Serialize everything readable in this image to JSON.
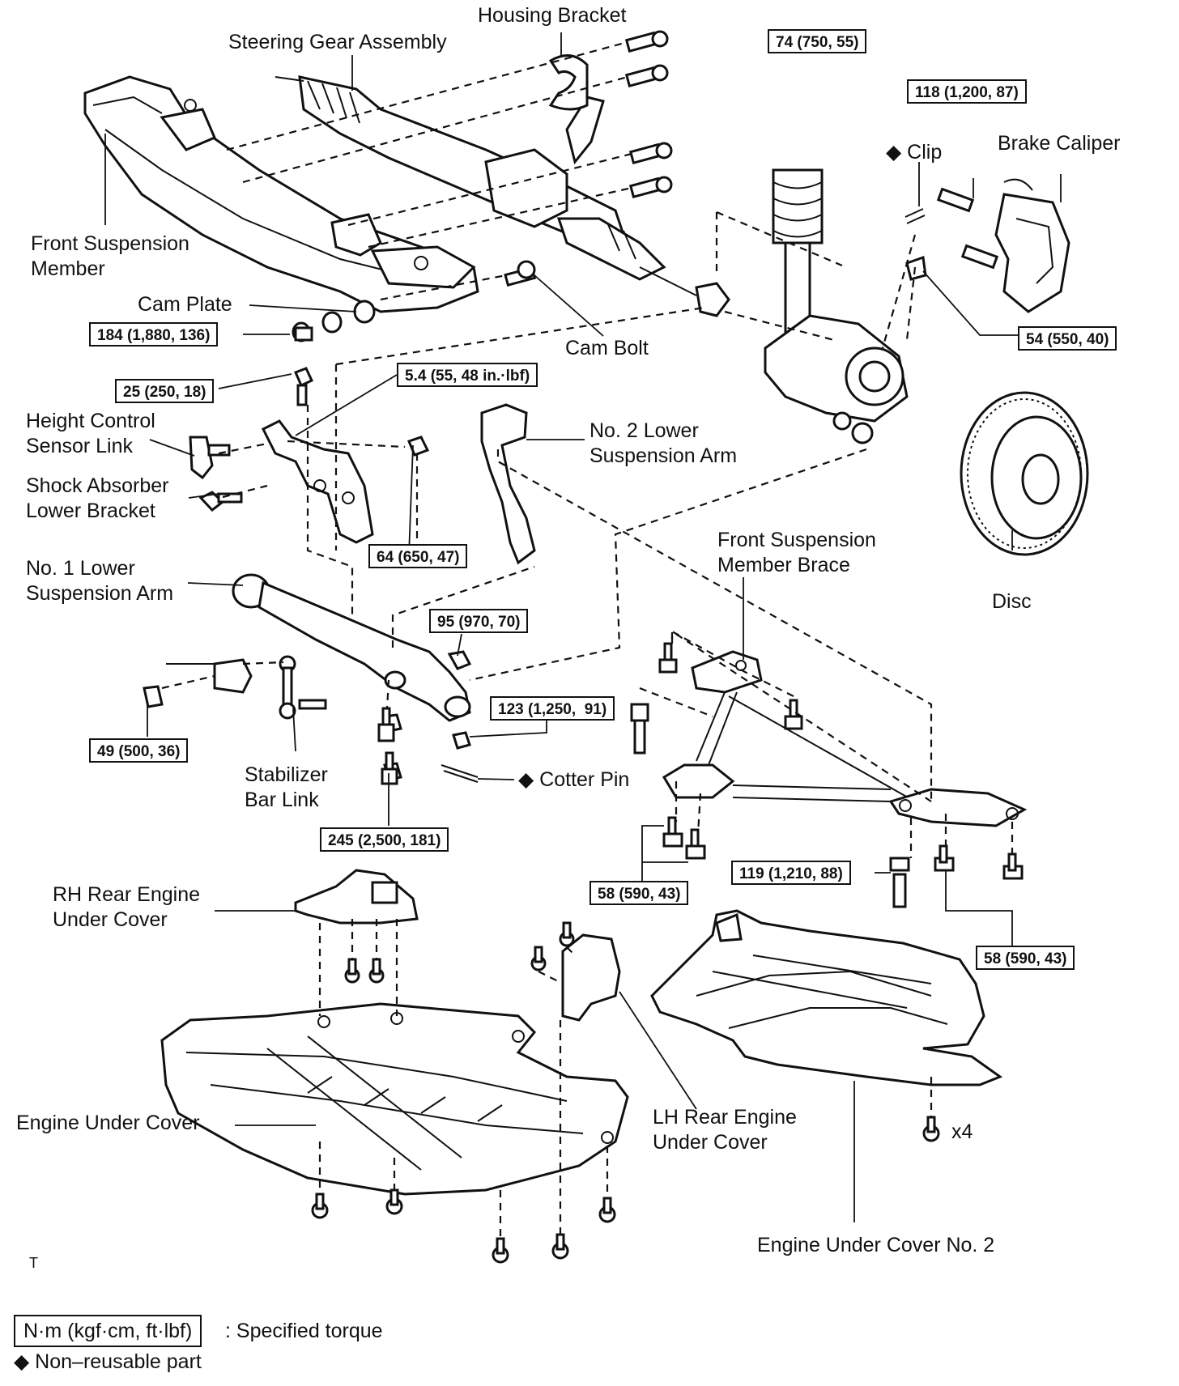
{
  "labels": {
    "housing_bracket": "Housing Bracket",
    "steering_gear": "Steering Gear Assembly",
    "front_susp_member": "Front Suspension\nMember",
    "cam_plate": "Cam Plate",
    "cam_bolt": "Cam Bolt",
    "clip": "◆ Clip",
    "brake_caliper": "Brake Caliper",
    "height_sensor_link": "Height Control\nSensor Link",
    "shock_lower_bracket": "Shock Absorber\nLower Bracket",
    "no2_lower_arm": "No. 2 Lower\nSuspension Arm",
    "no1_lower_arm": "No. 1 Lower\nSuspension Arm",
    "member_brace": "Front Suspension\nMember Brace",
    "disc": "Disc",
    "stabilizer_link": "Stabilizer\nBar Link",
    "cotter_pin": "◆ Cotter Pin",
    "rh_rear_cover": "RH Rear Engine\nUnder Cover",
    "lh_rear_cover": "LH Rear Engine\nUnder Cover",
    "engine_under_cover": "Engine Under Cover",
    "engine_under_cover_2": "Engine Under Cover No. 2",
    "x4": "x4",
    "corner_mark": "T"
  },
  "torques": {
    "t74": "74 (750, 55)",
    "t118": "118 (1,200, 87)",
    "t54": "54 (550, 40)",
    "t184": "184 (1,880, 136)",
    "t25": "25 (250, 18)",
    "t5_4": "5.4 (55, 48 in.·lbf)",
    "t64": "64 (650, 47)",
    "t95": "95 (970, 70)",
    "t123": "123 (1,250,  91)",
    "t49": "49 (500, 36)",
    "t245": "245 (2,500, 181)",
    "t58a": "58 (590, 43)",
    "t119": "119 (1,210, 88)",
    "t58b": "58 (590, 43)"
  },
  "legend": {
    "torque_unit_box": "N·m (kgf·cm, ft·lbf)",
    "torque_desc": ": Specified torque",
    "nonreusable": "◆ Non–reusable part"
  }
}
